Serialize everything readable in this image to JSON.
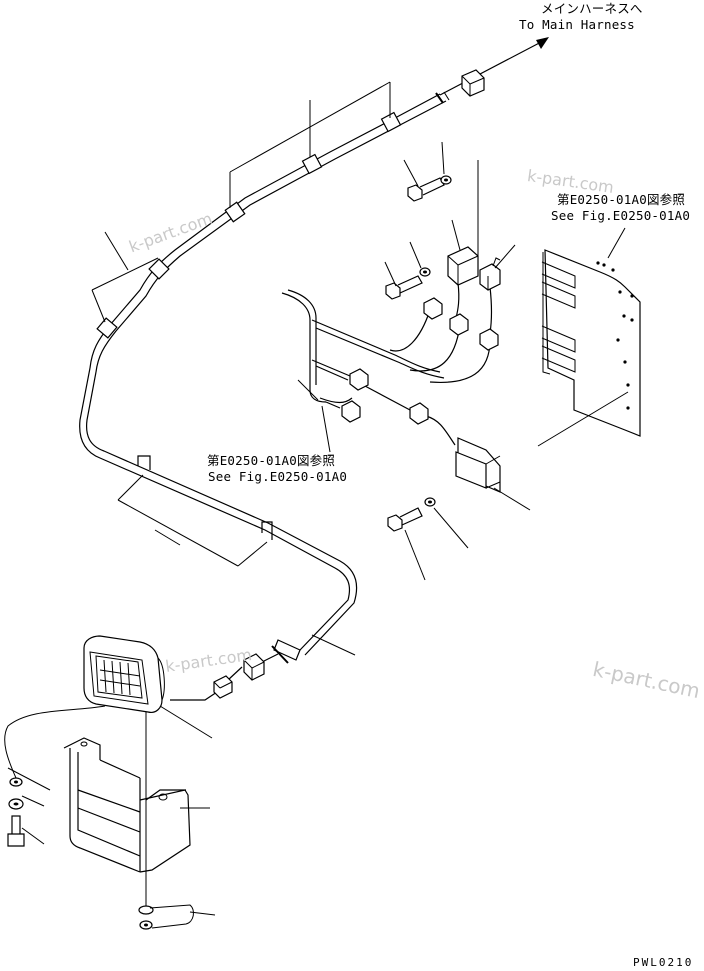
{
  "labels": {
    "to_main_jp": "メインハーネスへ",
    "to_main_en": "To Main Harness",
    "ref_top_jp": "第E0250-01A0図参照",
    "ref_top_en": "See Fig.E0250-01A0",
    "ref_mid_jp": "第E0250-01A0図参照",
    "ref_mid_en": "See Fig.E0250-01A0",
    "figure_code": "PWL0210"
  },
  "watermarks": [
    "k-part.com",
    "k-part.com",
    "k-part.com",
    "k-part.com"
  ],
  "colors": {
    "line": "#000000",
    "background": "#ffffff",
    "watermark": "#c9c9c9"
  }
}
